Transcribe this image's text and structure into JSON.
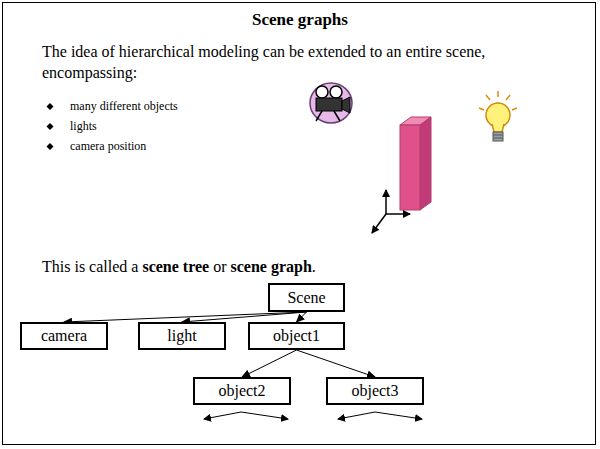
{
  "diagram": {
    "title": "Scene graphs",
    "nodes": [
      {
        "text": [
          "Scene"
        ]
      },
      {
        "text": [
          "camera"
        ]
      },
      {
        "text": [
          "light"
        ]
      },
      {
        "text": [
          "object1"
        ]
      },
      {
        "text": [
          "object2"
        ]
      },
      {
        "text": [
          "object3"
        ]
      }
    ],
    "edges": [
      {
        "from": 0,
        "to": 1,
        "arrow": "to"
      },
      {
        "from": 0,
        "to": 2,
        "arrow": "to"
      },
      {
        "from": 0,
        "to": 3,
        "arrow": "to"
      },
      {
        "from": 3,
        "to": 4,
        "arrow": "to"
      },
      {
        "from": 3,
        "to": 5,
        "arrow": "to"
      }
    ],
    "labels": [
      "The idea of hierarchical modeling can be extended to an entire scene, encompassing:",
      "many different objects",
      "lights",
      "camera position",
      "This is called a",
      "scene tree",
      "or",
      "scene graph",
      "."
    ]
  }
}
